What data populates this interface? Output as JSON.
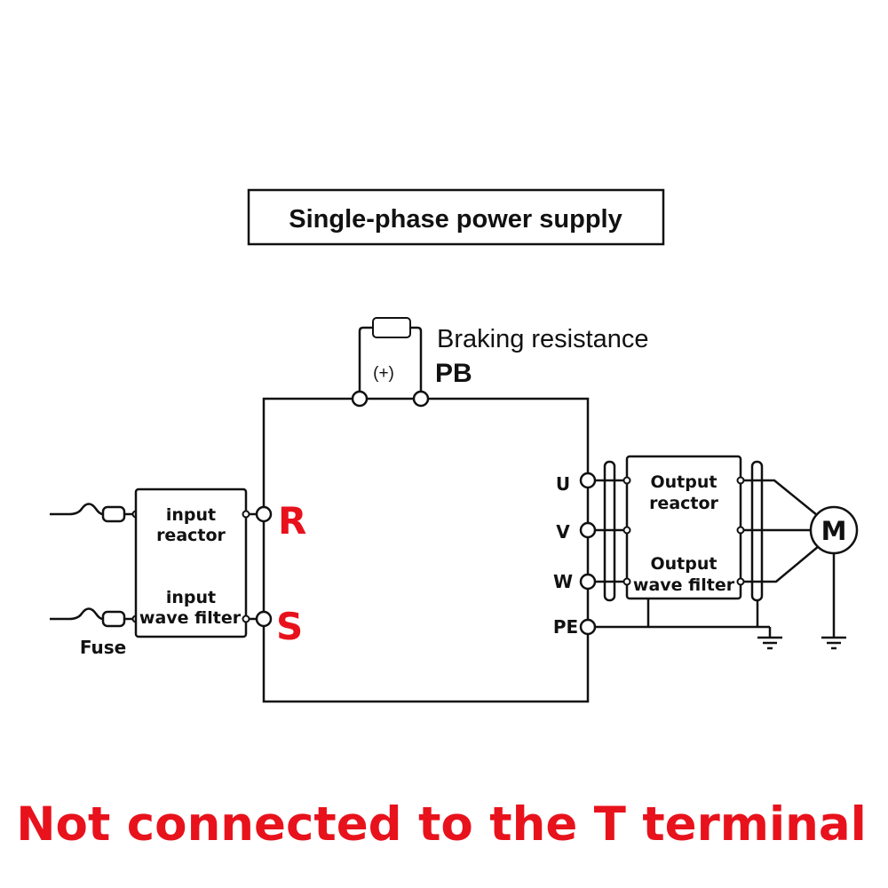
{
  "title": "Single-phase power supply",
  "braking": {
    "label": "Braking resistance",
    "plus_terminal": "(+)",
    "pb_terminal": "PB"
  },
  "input_side": {
    "fuse_label": "Fuse",
    "box_top_line1": "input",
    "box_top_line2": "reactor",
    "box_bottom_line1": "input",
    "box_bottom_line2": "wave filter",
    "terminal_r": "R",
    "terminal_s": "S"
  },
  "output_side": {
    "terminal_u": "U",
    "terminal_v": "V",
    "terminal_w": "W",
    "terminal_pe": "PE",
    "box_top_line1": "Output",
    "box_top_line2": "reactor",
    "box_bottom_line1": "Output",
    "box_bottom_line2": "wave filter",
    "motor": "M"
  },
  "footer_note": "Not connected to the T terminal",
  "colors": {
    "accent_red": "#e8121c",
    "line": "#111111"
  }
}
